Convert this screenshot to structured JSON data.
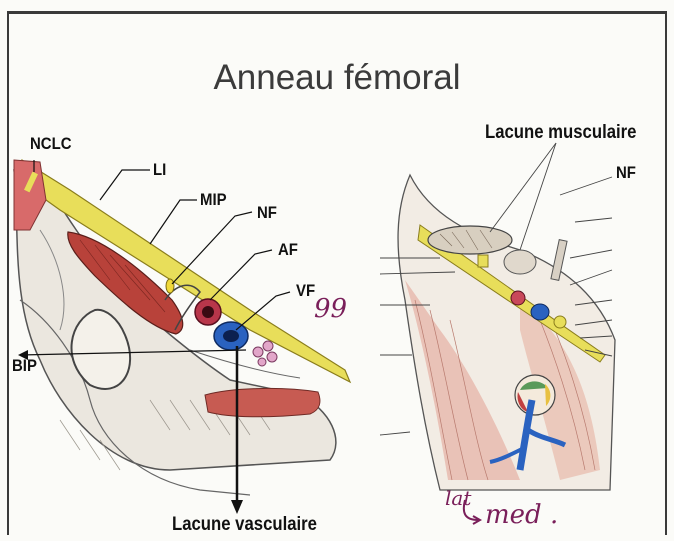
{
  "slide": {
    "title": "Anneau fémoral"
  },
  "left_figure": {
    "labels": {
      "nclc": "NCLC",
      "li": "LI",
      "mip": "MIP",
      "nf": "NF",
      "af": "AF",
      "vf": "VF",
      "bip": "BIP",
      "lacune_vasculaire": "Lacune vasculaire"
    },
    "handwriting": "99"
  },
  "right_figure": {
    "labels": {
      "lacune_musculaire": "Lacune musculaire",
      "nf": "NF"
    },
    "handwriting_line1": "lat",
    "handwriting_line2": "med ."
  },
  "colors": {
    "ligament_yellow": "#e8de5a",
    "muscle_red": "#c0504a",
    "vein_blue": "#2a62c0",
    "artery_red": "#b8364a",
    "lymph_pink": "#e2a6c9",
    "handwriting": "#7a1f5a"
  }
}
